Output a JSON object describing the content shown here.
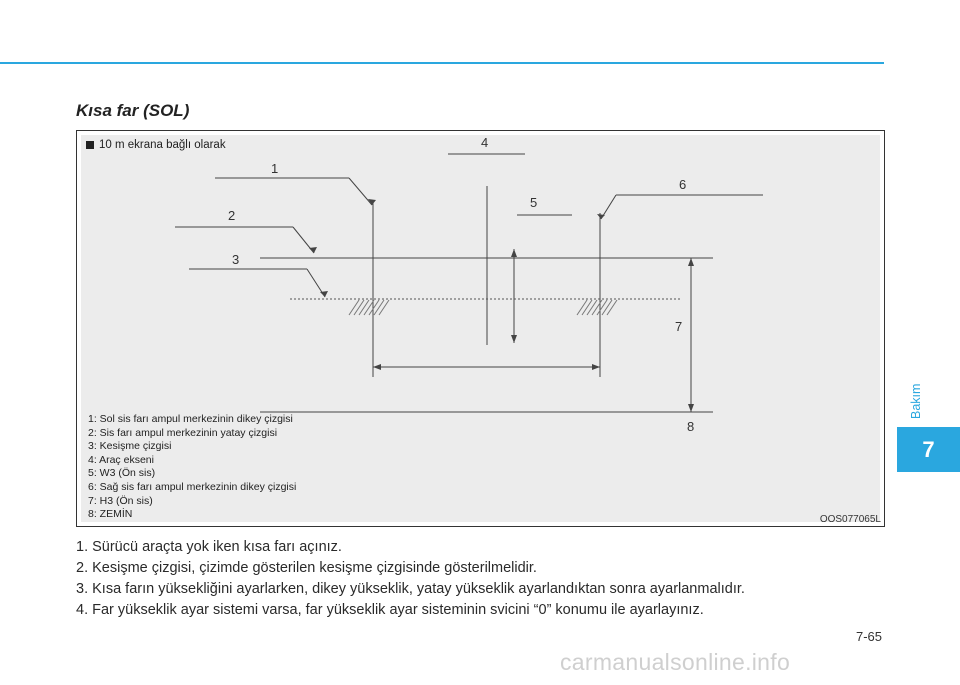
{
  "section_title": "Kısa far (SOL)",
  "figure": {
    "heading": "10 m ekrana bağlı olarak",
    "callouts": [
      "1",
      "2",
      "3",
      "4",
      "5",
      "6",
      "7",
      "8"
    ],
    "legend": [
      "1: Sol sis farı ampul merkezinin dikey çizgisi",
      "2: Sis farı ampul merkezinin yatay çizgisi",
      "3: Kesişme çizgisi",
      "4: Araç ekseni",
      "5: W3 (Ön sis)",
      "6: Sağ sis farı ampul merkezinin dikey çizgisi",
      "7: H3 (Ön sis)",
      "8: ZEMİN"
    ],
    "code": "OOS077065L"
  },
  "steps": [
    "1. Sürücü araçta yok iken kısa farı açınız.",
    "2. Kesişme çizgisi, çizimde gösterilen kesişme çizgisinde gösterilmelidir.",
    "3. Kısa farın yüksekliğini ayarlarken, dikey yükseklik, yatay yükseklik ayarlandıktan sonra ayarlanmalıdır.",
    "4. Far yükseklik ayar sistemi varsa, far yükseklik ayar sisteminin svicini “0” konumu ile ayarlayınız."
  ],
  "side_label": "Bakım",
  "chapter_number": "7",
  "page_number": "7-65",
  "watermark": "carmanualsonline.info",
  "colors": {
    "accent": "#2aa7df",
    "figure_bg": "#ececec"
  }
}
